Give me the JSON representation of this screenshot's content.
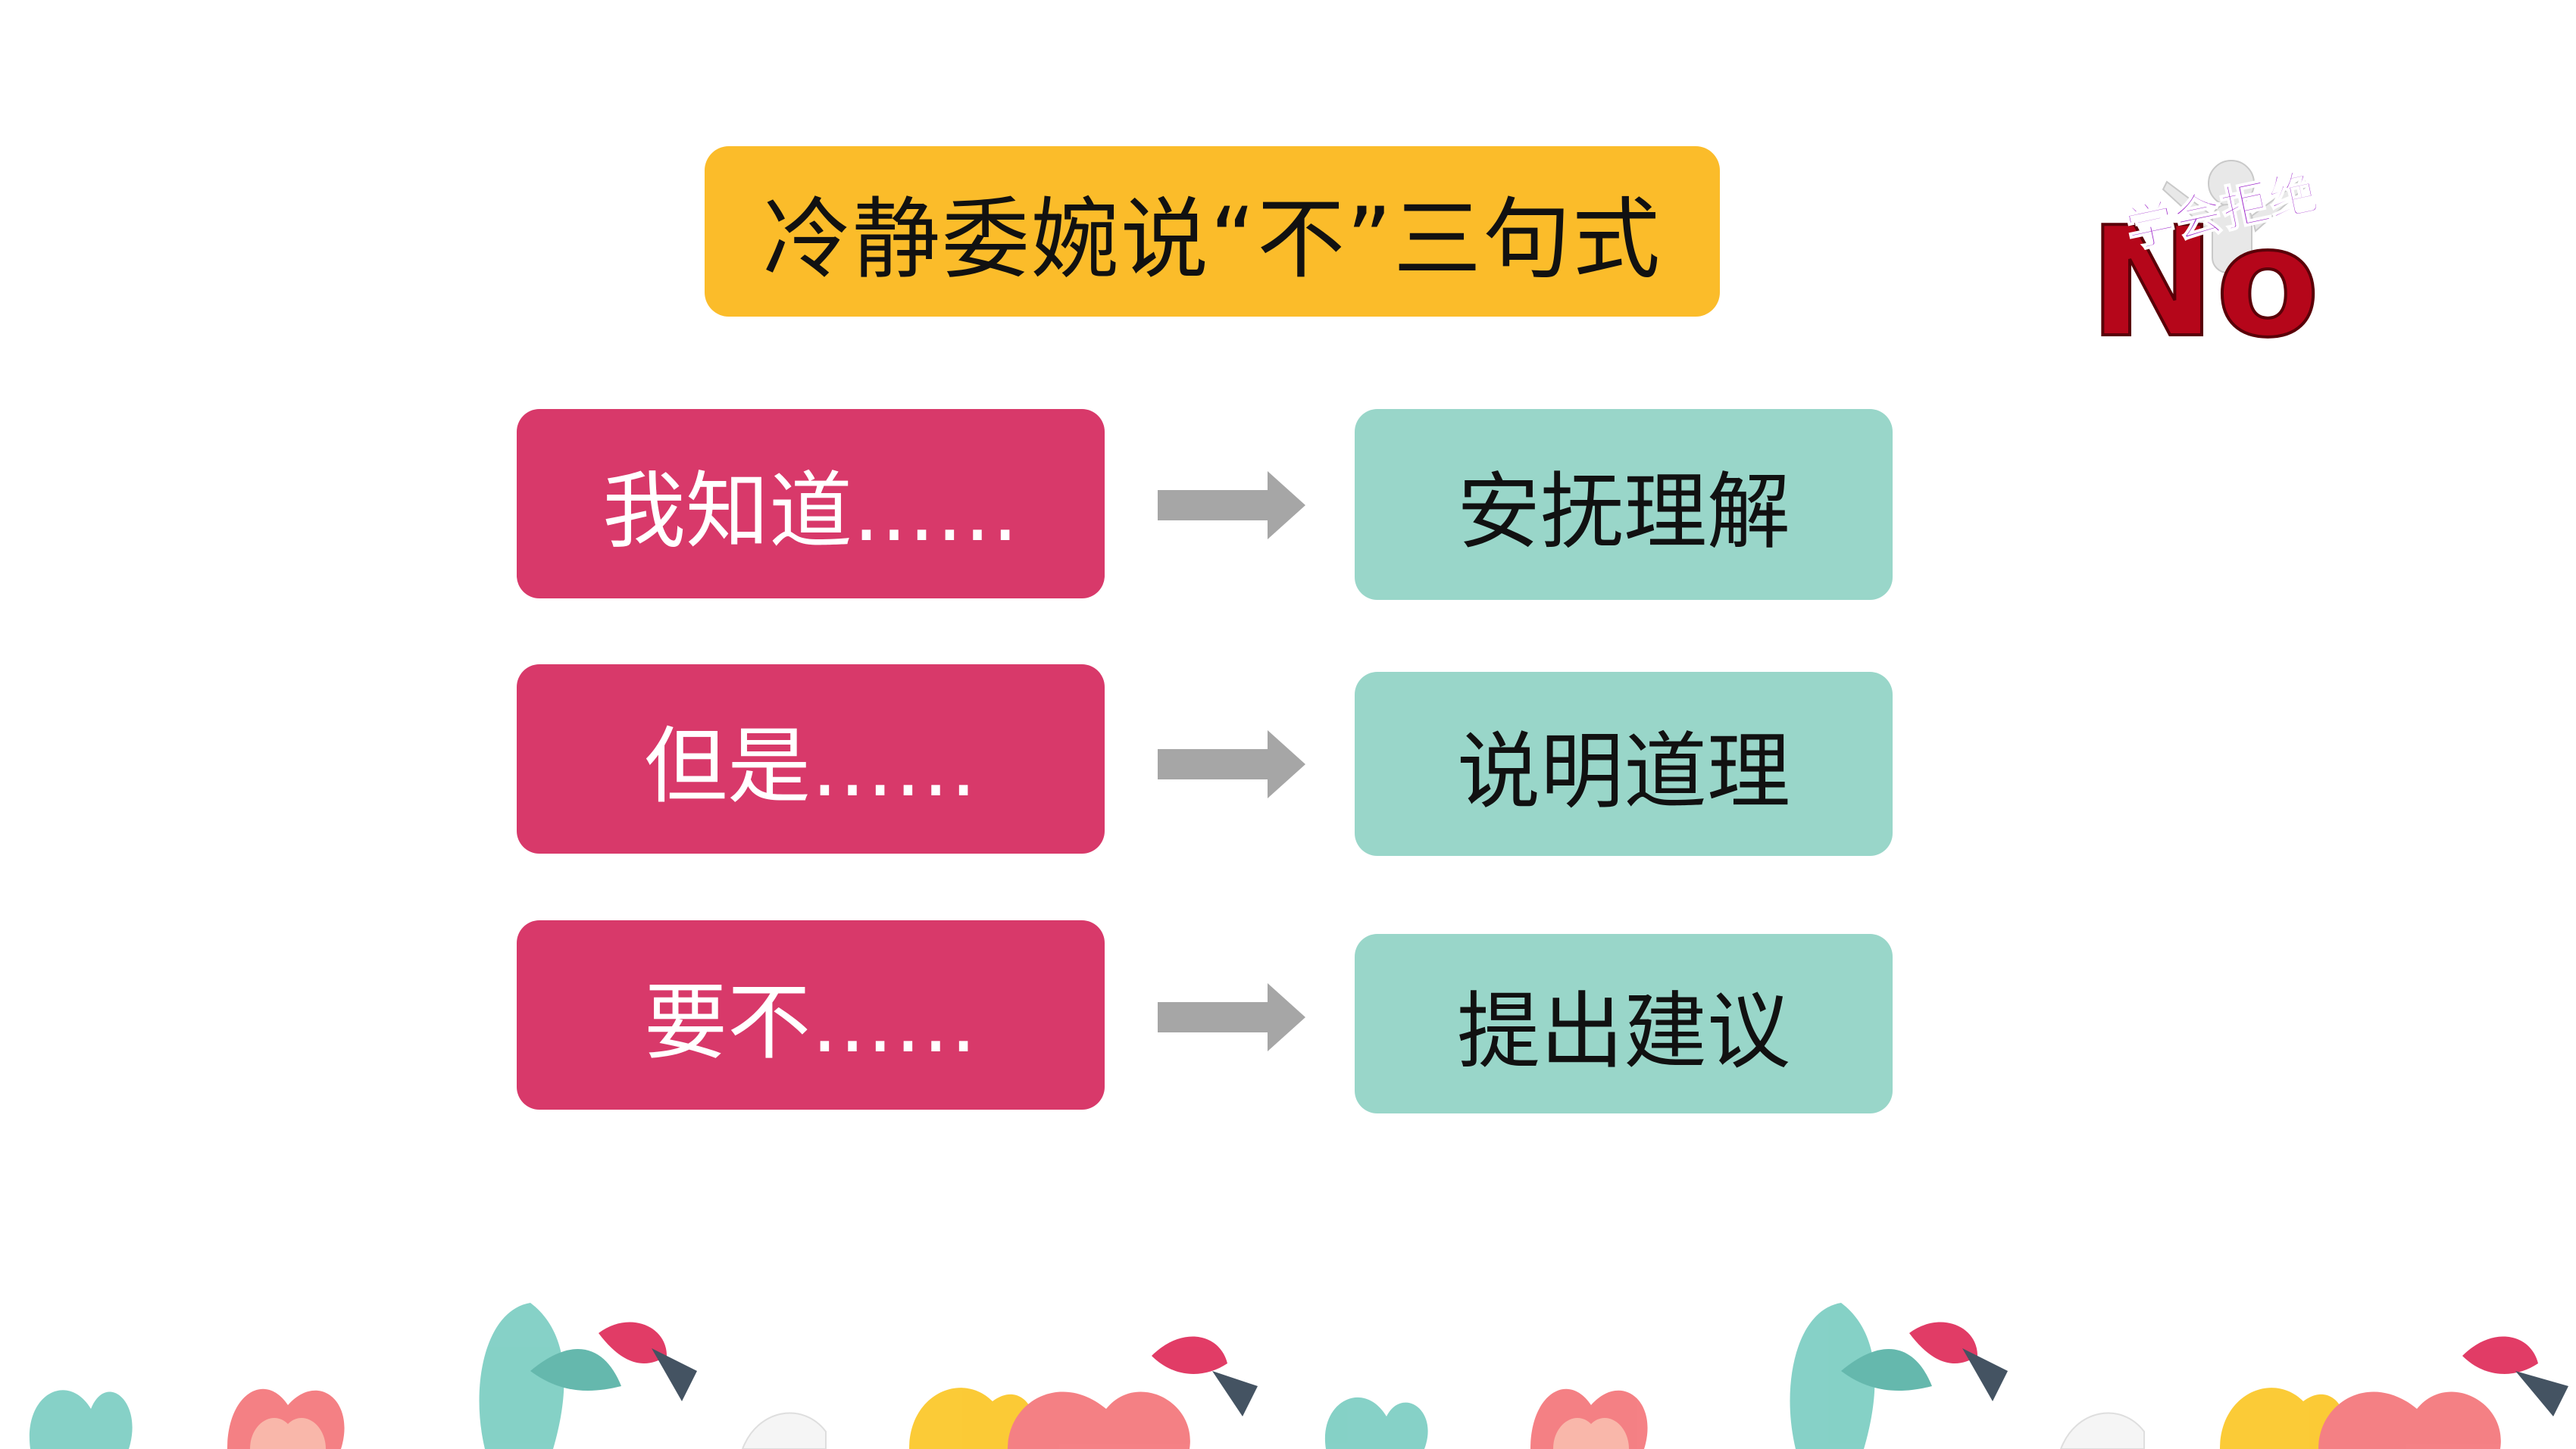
{
  "title": "冷静委婉说“不”三句式",
  "rows": [
    {
      "left": "我知道……",
      "right": "安抚理解"
    },
    {
      "left": "但是……",
      "right": "说明道理"
    },
    {
      "left": "要不……",
      "right": "提出建议"
    }
  ],
  "badge": {
    "top_text": "学会拒绝",
    "main_text": "No"
  },
  "colors": {
    "title_bg": "#fbbc2a",
    "left_bg": "#d8396a",
    "right_bg": "#99d6c9",
    "arrow": "#a6a6a6",
    "badge_purple": "#9b22c9",
    "badge_red": "#b5061a"
  },
  "icons": [
    "right-arrow-icon",
    "no-figure-logo",
    "flower-border-decoration"
  ]
}
